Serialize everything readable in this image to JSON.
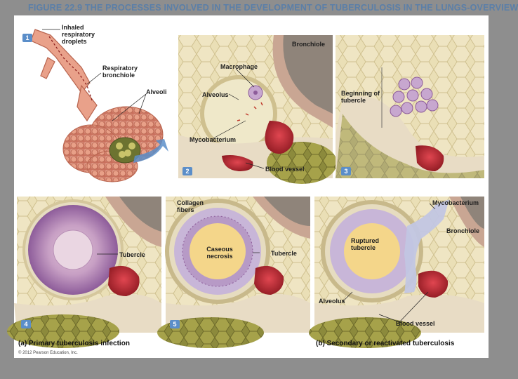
{
  "title": "FIGURE 22.9  THE PROCESSES INVOLVED IN THE DEVELOPMENT OF TUBERCULOSIS IN THE LUNGS-OVERVIEW",
  "colors": {
    "panel_bg": "#efe5c7",
    "cells_light": "#eadfb6",
    "bronchiole_wall": "#c9a693",
    "blood_vessel": "#b8232f",
    "tubercle_outer": "#c8b6d8",
    "tubercle_core": "#f4d68a",
    "alveoli": "#e9a18a",
    "number_badge": "#5b8ec9",
    "title_text": "#5b7fa8"
  },
  "panels": [
    {
      "number": "1",
      "labels": {
        "droplets": "Inhaled respiratory droplets",
        "bronchiole": "Respiratory bronchiole",
        "alveoli": "Alveoli"
      }
    },
    {
      "number": "2",
      "labels": {
        "bronchiole": "Bronchiole",
        "macrophage": "Macrophage",
        "alveolus": "Alveolus",
        "mycobacterium": "Mycobacterium",
        "vessel": "Blood vessel"
      }
    },
    {
      "number": "3",
      "labels": {
        "tubercle": "Beginning of tubercle"
      }
    },
    {
      "number": "4",
      "labels": {
        "tubercle": "Tubercle"
      }
    },
    {
      "number": "5",
      "labels": {
        "collagen": "Collagen fibers",
        "caseous": "Caseous necrosis",
        "tubercle": "Tubercle"
      }
    },
    {
      "labels": {
        "mycobacterium": "Mycobacterium",
        "bronchiole": "Bronchiole",
        "ruptured": "Ruptured tubercle",
        "alveolus": "Alveolus",
        "vessel": "Blood vessel"
      }
    }
  ],
  "captions": {
    "primary": "(a) Primary tuberculosis infection",
    "secondary": "(b) Secondary or reactivated tuberculosis",
    "copyright": "© 2012 Pearson Education, Inc."
  }
}
